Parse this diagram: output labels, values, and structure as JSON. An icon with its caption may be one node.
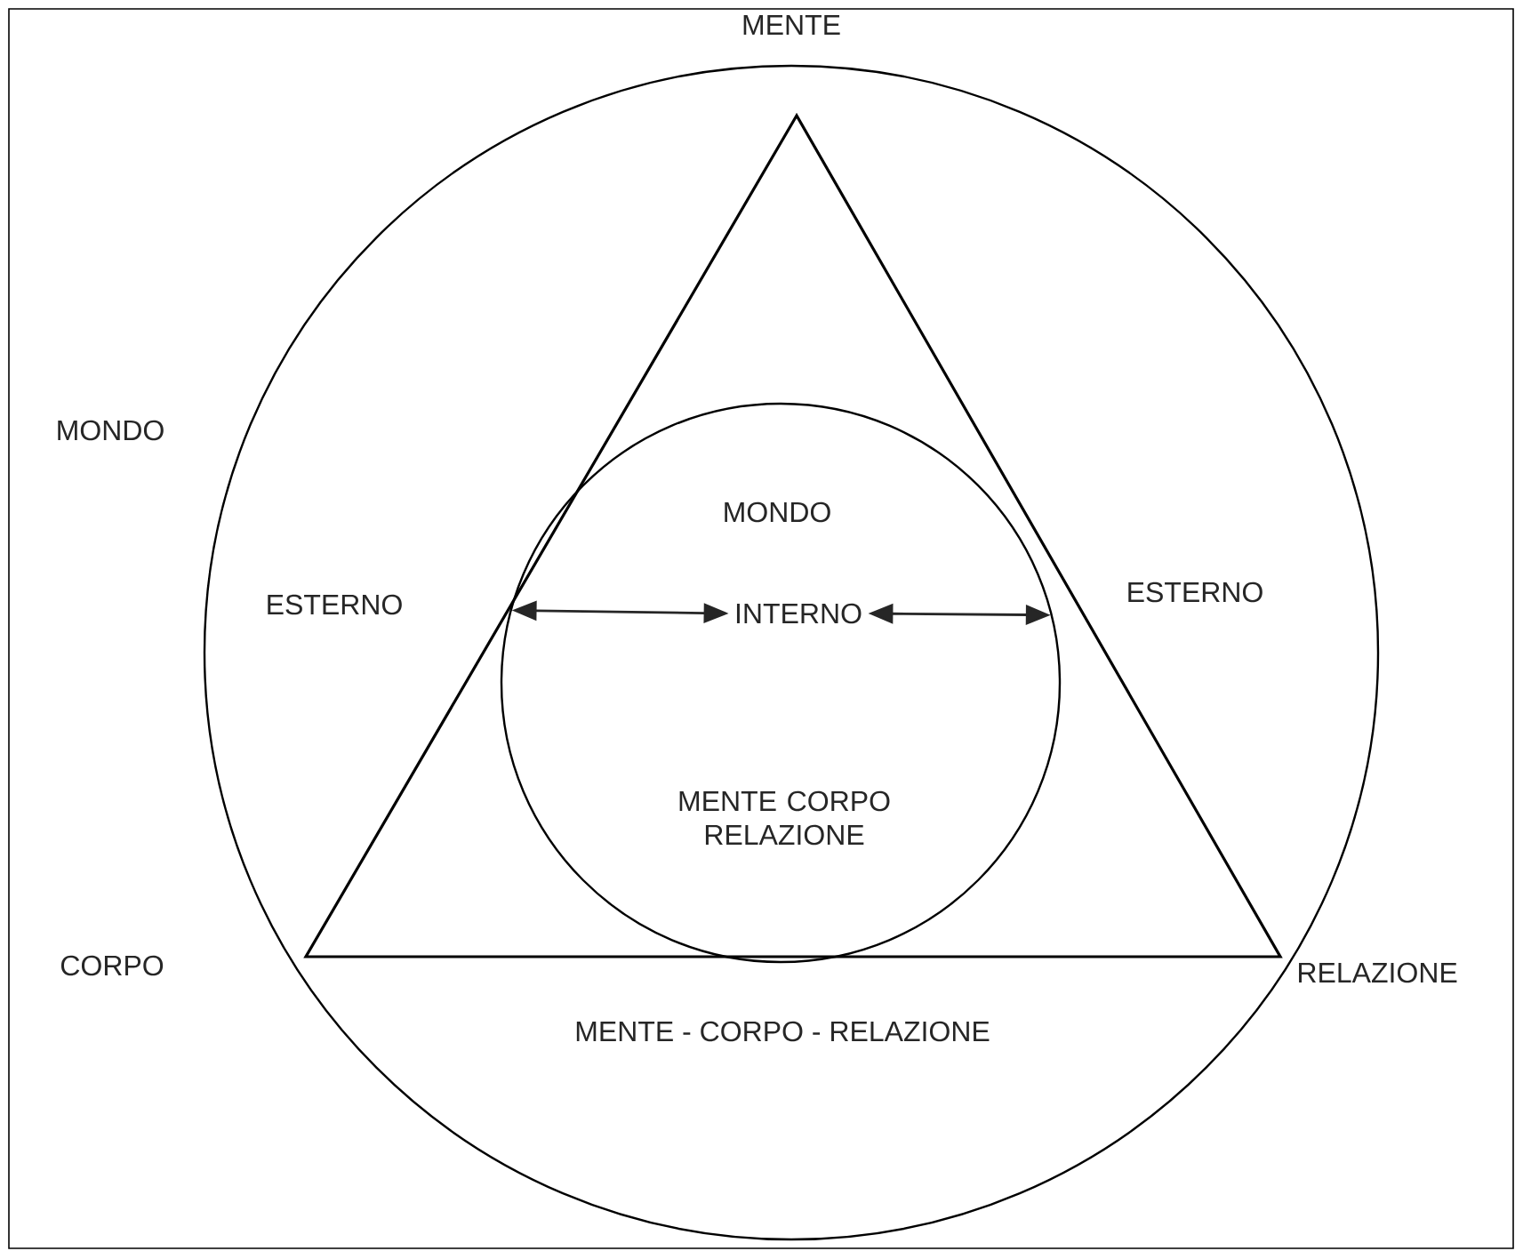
{
  "diagram": {
    "nodes": [
      {
        "text": [],
        "shape": "circle"
      },
      {
        "text": [],
        "shape": "triangle",
        "in": 0
      },
      {
        "text": [
          "MONDO",
          "MENTE CORPO RELAZIONE"
        ],
        "in": 1
      },
      {
        "text": [
          "INTERNO"
        ],
        "in": 2
      }
    ],
    "edges": [
      {
        "from": 2,
        "to": 3,
        "arrow": "both"
      },
      {
        "from": 3,
        "to": 2,
        "arrow": "both"
      }
    ],
    "labels": [
      "MENTE",
      "MONDO",
      "ESTERNO",
      "ESTERNO",
      "CORPO",
      "RELAZIONE",
      "MENTE - CORPO - RELAZIONE"
    ]
  }
}
